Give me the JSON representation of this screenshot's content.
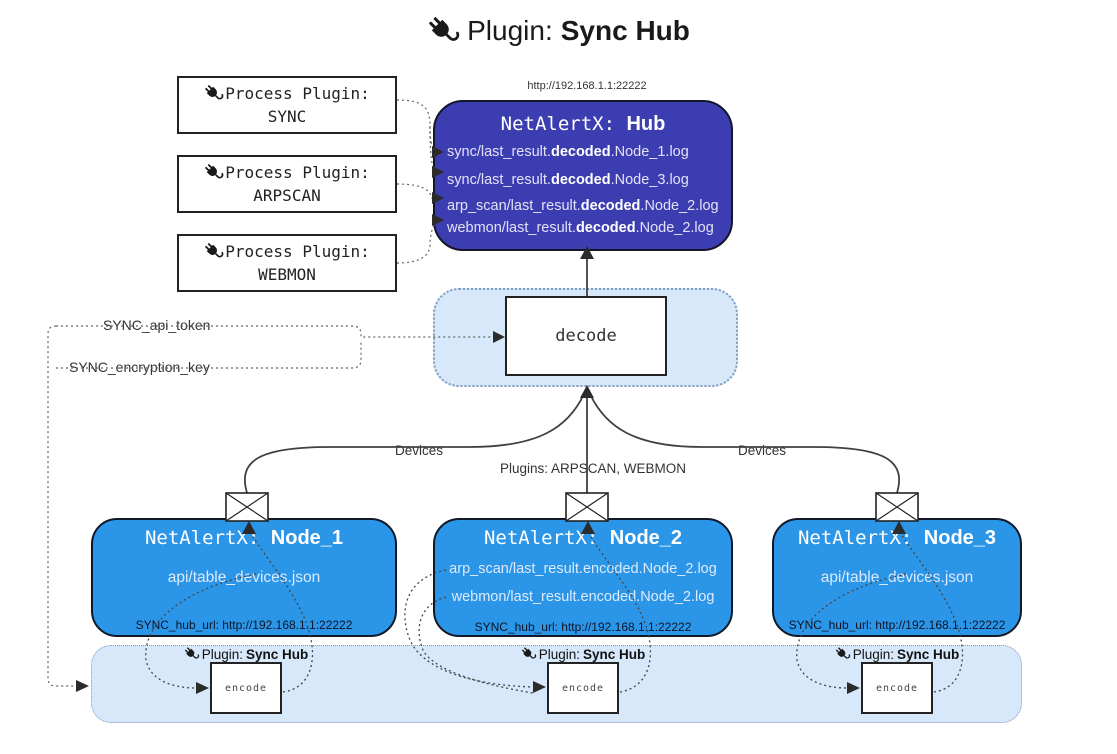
{
  "title": {
    "prefix": "Plugin: ",
    "bold": "Sync Hub"
  },
  "process_plugins": [
    {
      "line1": "Process Plugin:",
      "name": "SYNC"
    },
    {
      "line1": "Process Plugin:",
      "name": "ARPSCAN"
    },
    {
      "line1": "Process Plugin:",
      "name": "WEBMON"
    }
  ],
  "hub": {
    "url": "http://192.168.1.1:22222",
    "title_prefix": "NetAlertX: ",
    "title_bold": "Hub",
    "lines": [
      {
        "pre": "sync/last_result.",
        "bold": "decoded",
        "post": ".Node_1.log"
      },
      {
        "pre": "sync/last_result.",
        "bold": "decoded",
        "post": ".Node_3.log"
      },
      {
        "pre": "arp_scan/last_result.",
        "bold": "decoded",
        "post": ".Node_2.log"
      },
      {
        "pre": "webmon/last_result.",
        "bold": "decoded",
        "post": ".Node_2.log"
      }
    ]
  },
  "decode": {
    "label": "decode"
  },
  "keys": {
    "api_token": "SYNC_api_token",
    "encryption_key": "SYNC_encryption_key"
  },
  "edges": {
    "devices_left": "Devices",
    "devices_right": "Devices",
    "plugins_center": "Plugins: ARPSCAN, WEBMON"
  },
  "nodes": [
    {
      "title_prefix": "NetAlertX: ",
      "title_bold": "Node_1",
      "files": [
        "api/table_devices.json"
      ],
      "hub_url": "SYNC_hub_url: http://192.168.1.1:22222"
    },
    {
      "title_prefix": "NetAlertX: ",
      "title_bold": "Node_2",
      "files": [
        "arp_scan/last_result.encoded.Node_2.log",
        "webmon/last_result.encoded.Node_2.log"
      ],
      "hub_url": "SYNC_hub_url: http://192.168.1.1:22222"
    },
    {
      "title_prefix": "NetAlertX: ",
      "title_bold": "Node_3",
      "files": [
        "api/table_devices.json"
      ],
      "hub_url": "SYNC_hub_url: http://192.168.1.1:22222"
    }
  ],
  "sync_plugins": [
    {
      "prefix": "Plugin: ",
      "bold": "Sync Hub",
      "encode": "encode"
    },
    {
      "prefix": "Plugin: ",
      "bold": "Sync Hub",
      "encode": "encode"
    },
    {
      "prefix": "Plugin: ",
      "bold": "Sync Hub",
      "encode": "encode"
    }
  ],
  "colors": {
    "hub_fill": "#3d3db2",
    "node_fill": "#2b95e8",
    "panel_fill": "#d7e8fa",
    "panel_border": "#7f9dbd"
  }
}
